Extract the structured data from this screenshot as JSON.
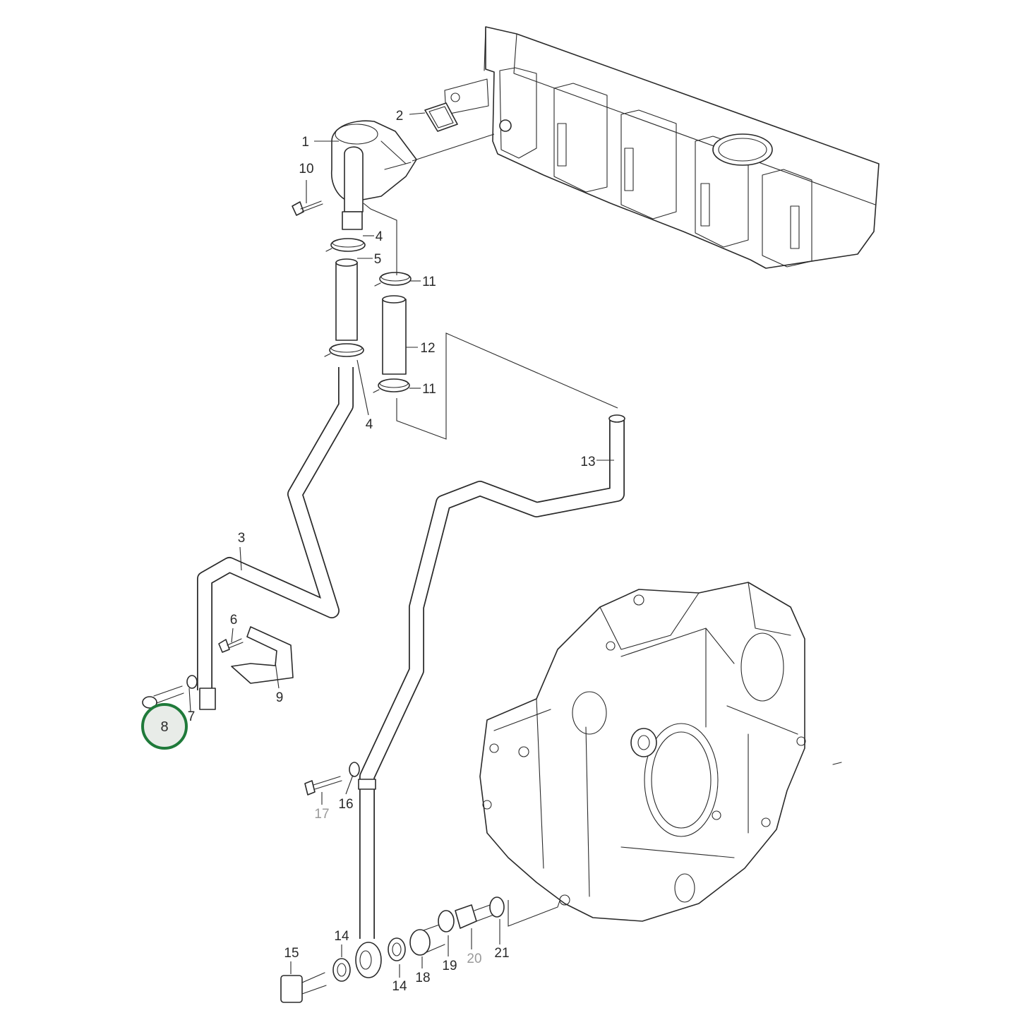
{
  "diagram": {
    "labels": {
      "p1": "1",
      "p2": "2",
      "p3": "3",
      "p4a": "4",
      "p4b": "4",
      "p5": "5",
      "p6": "6",
      "p7": "7",
      "p8": "8",
      "p9": "9",
      "p10": "10",
      "p11a": "11",
      "p11b": "11",
      "p12": "12",
      "p13": "13",
      "p14a": "14",
      "p14b": "14",
      "p15": "15",
      "p16": "16",
      "p17": "17",
      "p18": "18",
      "p19": "19",
      "p20": "20",
      "p21": "21"
    },
    "highlighted_part": "8",
    "colors": {
      "line": "#2a2a2a",
      "faded_label": "#9a9a9a",
      "highlight_ring": "#1f7a3a",
      "highlight_fill": "#e8ece8"
    }
  }
}
